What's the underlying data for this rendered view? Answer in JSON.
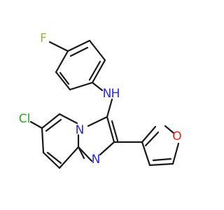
{
  "molecule": {
    "atoms": {
      "fluorine": "F",
      "amine": "N",
      "amine_hydrogen": "H",
      "chlorine": "Cl",
      "ring_nitrogen_bridge": "N",
      "ring_nitrogen_imidazole": "N",
      "furan_oxygen": "O"
    }
  },
  "colors": {
    "bond": "#1a1a1a",
    "fluorine": "#8fb830",
    "nitrogen": "#2b2bd6",
    "chlorine": "#2ea52e",
    "oxygen": "#e0261c"
  }
}
